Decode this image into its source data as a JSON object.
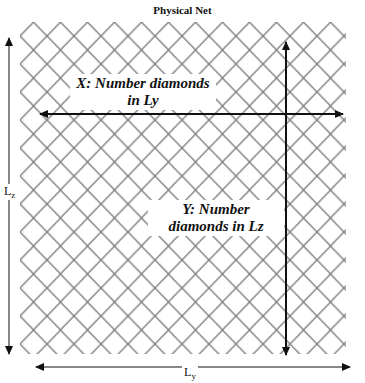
{
  "diagram": {
    "title": "Physical Net",
    "labels": [
      "X: Number diamonds in Ly",
      "Y: Number diamonds in Lz",
      "Lz",
      "Ly"
    ]
  }
}
